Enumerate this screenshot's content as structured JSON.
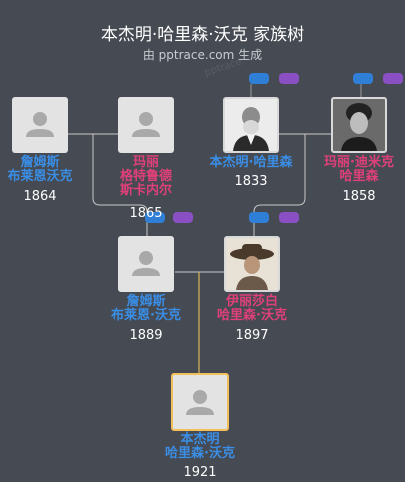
{
  "header": {
    "title": "本杰明·哈里森·沃克 家族树",
    "subtitle": "由 pptrace.com 生成",
    "watermark": "pptrace"
  },
  "colors": {
    "background": "#464a52",
    "male": "#3a8ee6",
    "female": "#e0407a",
    "focus_border": "#f1c05a",
    "connector": "#c8c8c8",
    "focus_connector": "#d8b45a"
  },
  "people": {
    "p1": {
      "name_l1": "詹姆斯",
      "name_l2": "布莱恩沃克",
      "year": "1864"
    },
    "p2": {
      "name_l1": "玛丽",
      "name_l2": "格特鲁德",
      "name_l3": "斯卡内尔",
      "year": "1865"
    },
    "p3": {
      "name_l1": "本杰明·哈里森",
      "year": "1833"
    },
    "p4": {
      "name_l1": "玛丽·迪米克",
      "name_l2": "哈里森",
      "year": "1858"
    },
    "p5": {
      "name_l1": "詹姆斯",
      "name_l2": "布莱恩·沃克",
      "year": "1889"
    },
    "p6": {
      "name_l1": "伊丽莎白",
      "name_l2": "哈里森·沃克",
      "year": "1897"
    },
    "p7": {
      "name_l1": "本杰明",
      "name_l2": "哈里森·沃克",
      "year": "1921"
    }
  }
}
